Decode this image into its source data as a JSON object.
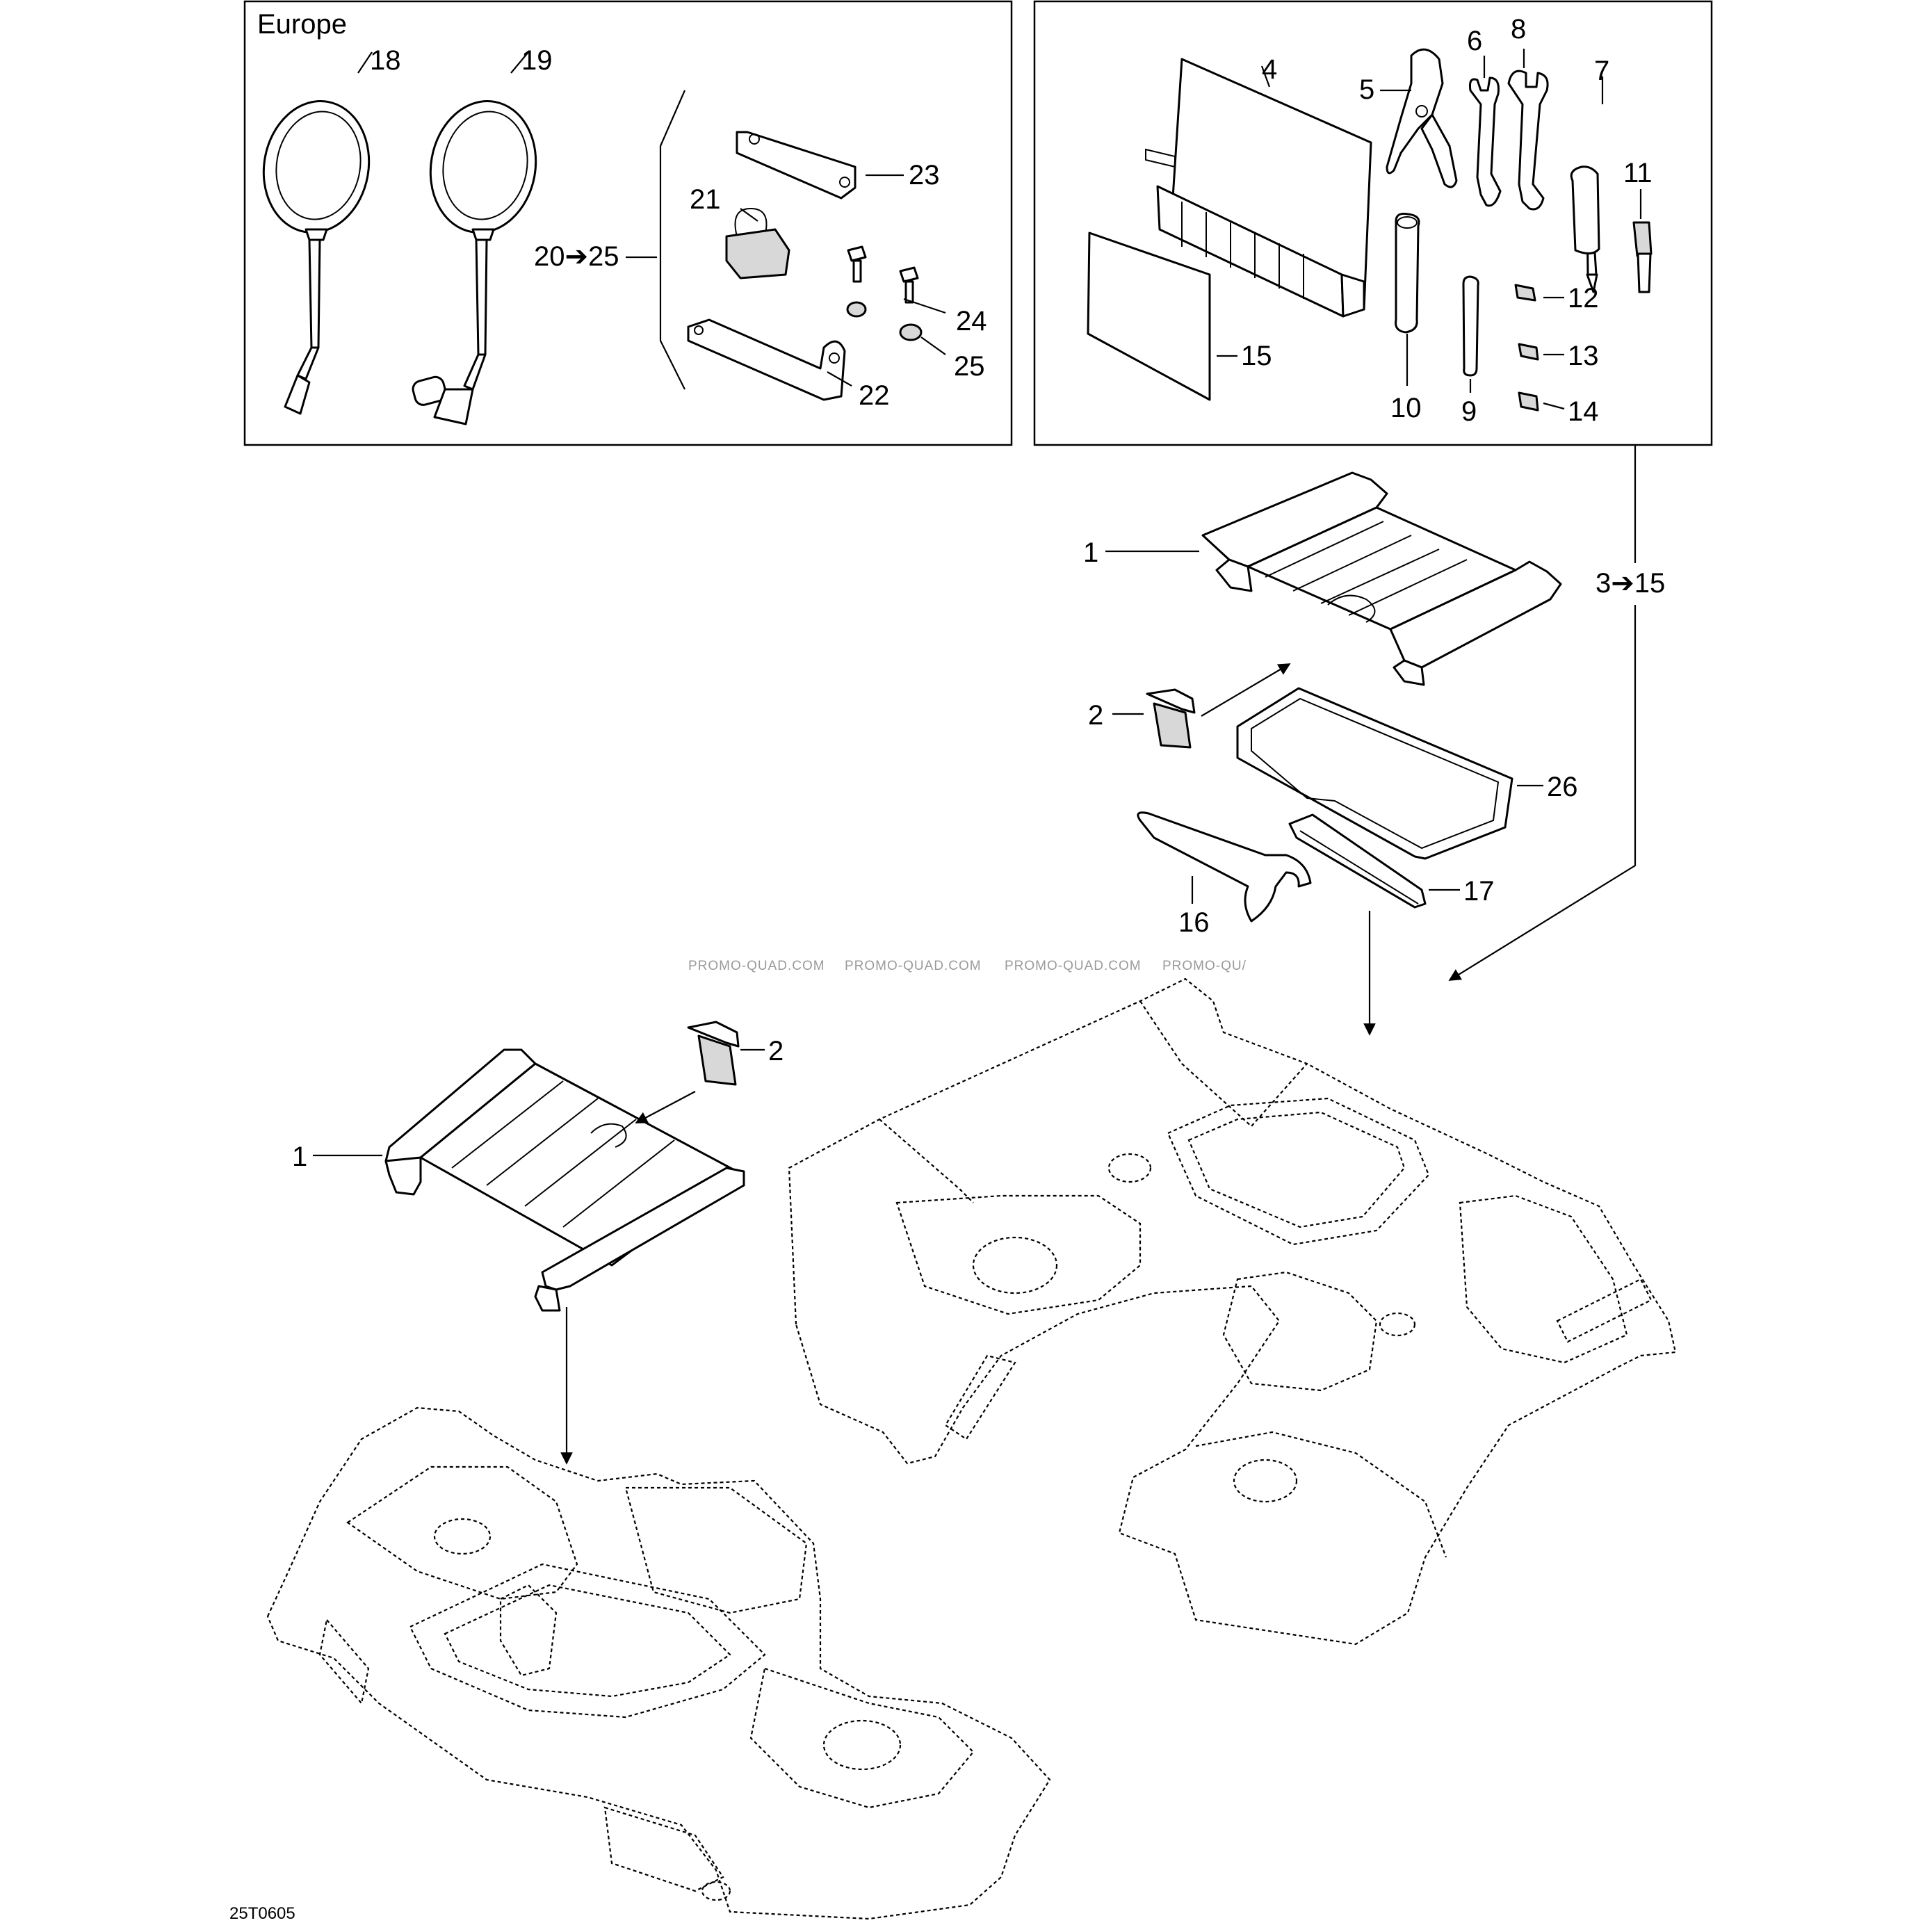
{
  "box_left": {
    "region_label": "Europe"
  },
  "callouts": {
    "c18": "18",
    "c19": "19",
    "c20_25": "20➔25",
    "c21": "21",
    "c22": "22",
    "c23": "23",
    "c24": "24",
    "c25": "25",
    "c4": "4",
    "c5": "5",
    "c6": "6",
    "c7": "7",
    "c8": "8",
    "c9": "9",
    "c10": "10",
    "c11": "11",
    "c12": "12",
    "c13": "13",
    "c14": "14",
    "c15": "15",
    "c1a": "1",
    "c3_15": "3➔15",
    "c2a": "2",
    "c26": "26",
    "c16": "16",
    "c17": "17",
    "c2b": "2",
    "c1b": "1"
  },
  "watermarks": [
    "PROMO-QUAD.COM",
    "PROMO-QUAD.COM",
    "PROMO-QUAD.COM",
    "PROMO-QU/"
  ],
  "diagram_code": "25T0605"
}
